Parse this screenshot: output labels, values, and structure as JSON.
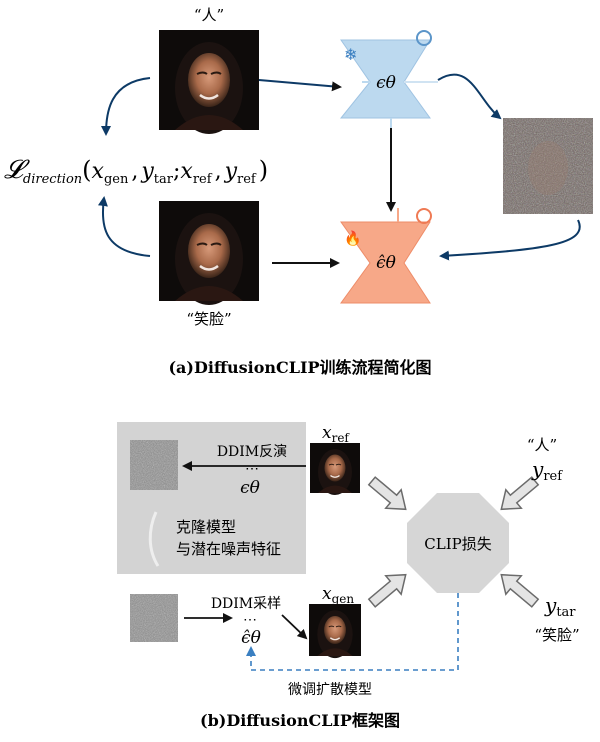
{
  "panel_a": {
    "label_ren": "“人”",
    "label_xiaolian": "“笑脸”",
    "eps_frozen": "ϵθ",
    "eps_tuned": "ϵ̂θ",
    "loss_L": "𝓛",
    "loss_sub": "direction",
    "loss_open": "(",
    "loss_x": "x",
    "loss_x_sub": "gen",
    "loss_comma1": ",",
    "loss_y": "y",
    "loss_y_sub": "tar",
    "loss_semi": ";",
    "loss_xref": "x",
    "loss_xref_sub": "ref",
    "loss_comma2": ",",
    "loss_yref": "y",
    "loss_yref_sub": "ref",
    "loss_close": ")",
    "caption": "(a)DiffusionCLIP训练流程简化图",
    "colors": {
      "frozen": "#bcd9ef",
      "tuned": "#f7a888",
      "arrow": "#0d3a66"
    }
  },
  "panel_b": {
    "ddim_inversion": "DDIM反演",
    "dots": "⋯",
    "eps": "ϵθ",
    "x_ref": "x",
    "x_ref_sub": "ref",
    "clone_line1": "克隆模型",
    "clone_line2": "与潜在噪声特征",
    "clip_loss": "CLIP损失",
    "ren": "“人”",
    "y_ref": "y",
    "y_ref_sub": "ref",
    "y_tar": "y",
    "y_tar_sub": "tar",
    "xiaolian": "“笑脸”",
    "ddim_sampling": "DDIM采样",
    "eps_hat": "ϵ̂θ",
    "x_gen": "x",
    "x_gen_sub": "gen",
    "finetune": "微调扩散模型",
    "caption": "(b)DiffusionCLIP框架图",
    "colors": {
      "gray_panel": "#d3d3d3",
      "octagon": "#d6d6d6",
      "dashed": "#3a7fc1"
    }
  }
}
